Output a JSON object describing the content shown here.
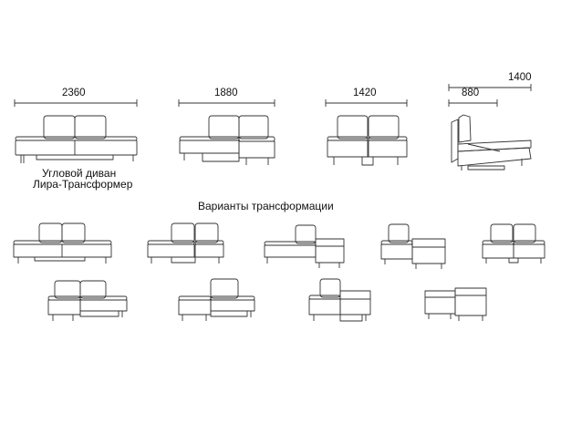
{
  "dimensions": {
    "overall": "2360",
    "variant2": "1880",
    "variant3": "1420",
    "side_depth": "1400",
    "side_seat": "880"
  },
  "product": {
    "line1": "Угловой диван",
    "line2": "Лира-Трансформер"
  },
  "section_title": "Варианты трансформации"
}
